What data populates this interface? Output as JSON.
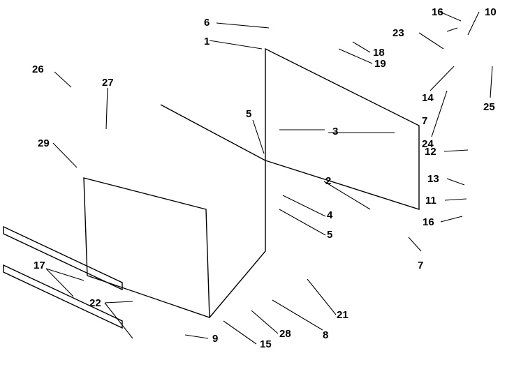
{
  "callouts": [
    "1",
    "2",
    "3",
    "4",
    "5",
    "5",
    "6",
    "7",
    "7",
    "8",
    "9",
    "10",
    "11",
    "12",
    "13",
    "14",
    "15",
    "16",
    "16",
    "17",
    "18",
    "19",
    "21",
    "22",
    "23",
    "24",
    "25",
    "26",
    "27",
    "28",
    "29"
  ]
}
